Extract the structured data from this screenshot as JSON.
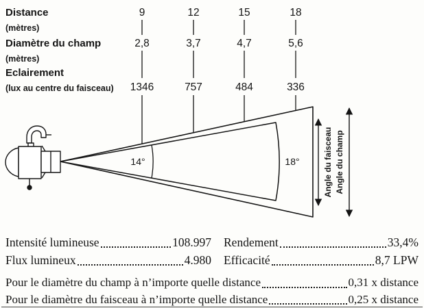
{
  "table": {
    "rows": [
      {
        "label": "Distance",
        "sublabel": "(mètres)",
        "values": [
          "9",
          "12",
          "15",
          "18"
        ]
      },
      {
        "label": "Diamètre du champ",
        "sublabel": "(mètres)",
        "values": [
          "2,8",
          "3,7",
          "4,7",
          "5,6"
        ]
      },
      {
        "label": "Eclairement",
        "sublabel": "(lux au centre du faisceau)",
        "values": [
          "1346",
          "757",
          "484",
          "336"
        ]
      }
    ]
  },
  "diagram": {
    "beam_angle": "14°",
    "field_angle": "18°",
    "beam_axis_label": "Angle du faisceau",
    "field_axis_label": "Angle du champ"
  },
  "stats": {
    "left": [
      {
        "label": "Intensité lumineuse",
        "value": "108.997"
      },
      {
        "label": "Flux lumineux",
        "value": "4.980"
      }
    ],
    "right": [
      {
        "label": "Rendement",
        "value": "33,4%"
      },
      {
        "label": "Efficacité",
        "value": "8,7 LPW"
      }
    ],
    "formulas": [
      {
        "label": "Pour le diamètre du champ à n’importe quelle distance",
        "value": "0,31 x distance"
      },
      {
        "label": "Pour le diamètre du faisceau à n’importe quelle distance",
        "value": "0,25 x distance"
      }
    ]
  },
  "colors": {
    "ink": "#141414"
  }
}
